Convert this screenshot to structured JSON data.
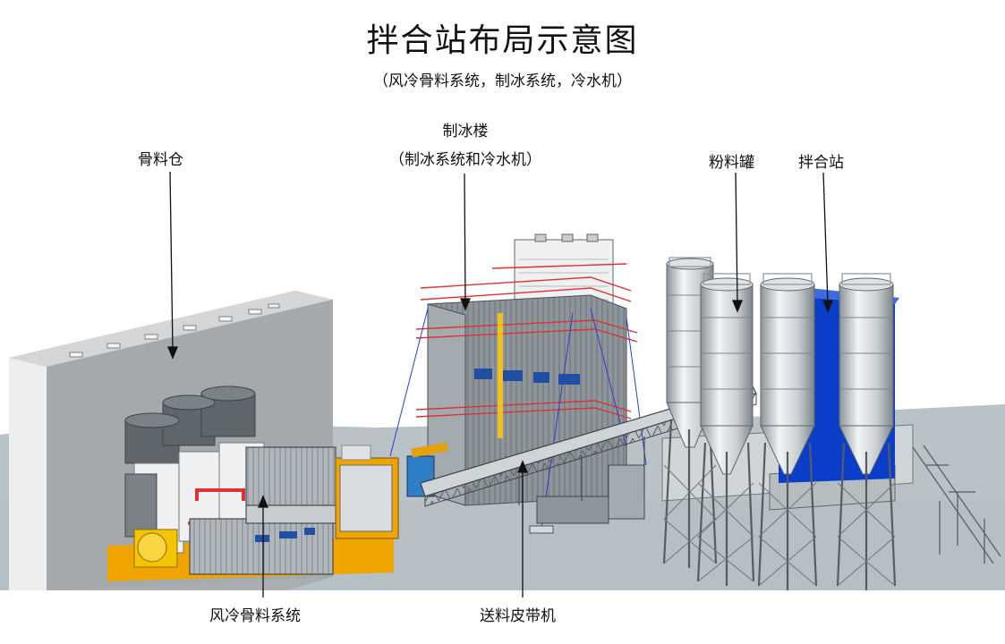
{
  "title": "拌合站布局示意图",
  "subtitle": "（风冷骨料系统，制冰系统，冷水机）",
  "labels": {
    "aggregate_bin": "骨料仓",
    "ice_building": "制冰楼",
    "ice_building_sub": "（制冰系统和冷水机）",
    "powder_silo": "粉料罐",
    "mixing_station": "拌合站",
    "air_cooled_system": "风冷骨料系统",
    "conveyor": "送料皮带机"
  },
  "colors": {
    "ground": "#b9c2c6",
    "bin_face": "#a9aeb2",
    "bin_top": "#d4d6d8",
    "bin_side": "#ebeced",
    "steel": "#9aa2a8",
    "blue_building": "#0a3ec8",
    "yellow": "#f5b800",
    "railing": "#e03030"
  }
}
